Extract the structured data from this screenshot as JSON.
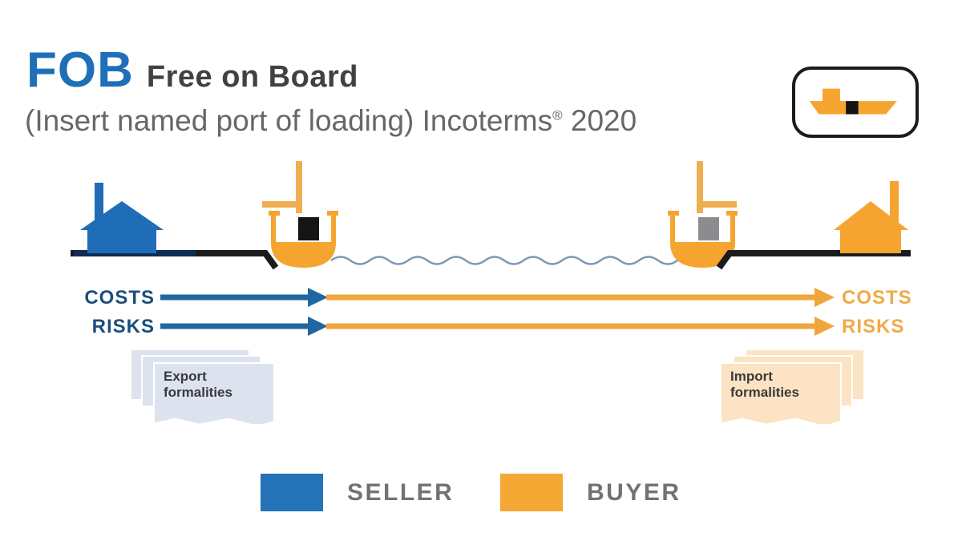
{
  "header": {
    "abbr": "FOB",
    "title": "Free on Board",
    "subtitle_main": "(Insert named port of loading) Incoterms",
    "subtitle_reg": "®",
    "subtitle_year": " 2020"
  },
  "badge": {
    "icon": "cargo-ship-icon"
  },
  "timeline": {
    "seller_costs": "COSTS",
    "seller_risks": "RISKS",
    "buyer_costs": "COSTS",
    "buyer_risks": "RISKS"
  },
  "formalities": {
    "export": "Export\nformalities",
    "import": "Import\nformalities"
  },
  "legend": {
    "seller": "SELLER",
    "buyer": "BUYER"
  },
  "colors": {
    "seller_blue": "#1f6db6",
    "buyer_orange": "#f5a52f",
    "arrow_blue": "#2066a2",
    "arrow_orange": "#f0a63c",
    "navy_label": "#1c4e7d",
    "orange_label": "#f2a944",
    "gray_text": "#717275",
    "export_paper": "#dde2ef",
    "import_paper": "#fbe3c3",
    "wave": "#7e98b4",
    "ground": "#1b1b1d"
  }
}
